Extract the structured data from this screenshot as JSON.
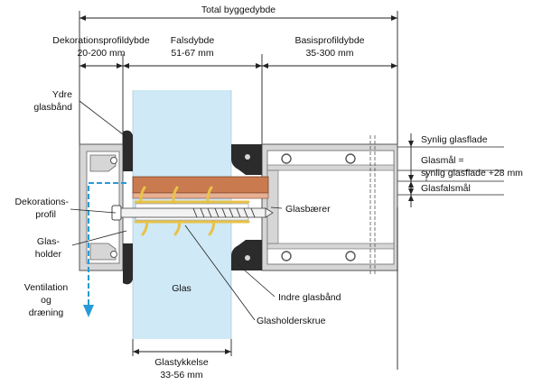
{
  "dimensions": {
    "total": "Total byggedybde",
    "decoration": {
      "label": "Dekorationsprofildybde",
      "range": "20-200 mm"
    },
    "rebate": {
      "label": "Falsdybde",
      "range": "51-67 mm"
    },
    "base": {
      "label": "Basisprofildybde",
      "range": "35-300 mm"
    },
    "glass_thickness": {
      "label": "Glastykkelse",
      "range": "33-56 mm"
    }
  },
  "labels": {
    "outer_gasket": [
      "Ydre",
      "glasbånd"
    ],
    "decoration_profile": [
      "Dekorations-",
      "profil"
    ],
    "glass_holder": [
      "Glas-",
      "holder"
    ],
    "ventilation": [
      "Ventilation",
      "og",
      "dræning"
    ],
    "glass": "Glas",
    "glass_carrier": "Glasbærer",
    "inner_gasket": "Indre glasbånd",
    "holder_screw": "Glasholderskrue",
    "visible_glass": "Synlig glasflade",
    "glass_size": [
      "Glasmål  =",
      "synlig glasflade +28 mm"
    ],
    "rebate_size": "Glasfalsmål"
  },
  "colors": {
    "glass": "#cfe9f6",
    "profile": "#d6d6d6",
    "gasket": "#2b2b2b",
    "carrier": "#c97a4e",
    "clip": "#e8c248",
    "ventilation": "#2a9ad6"
  }
}
